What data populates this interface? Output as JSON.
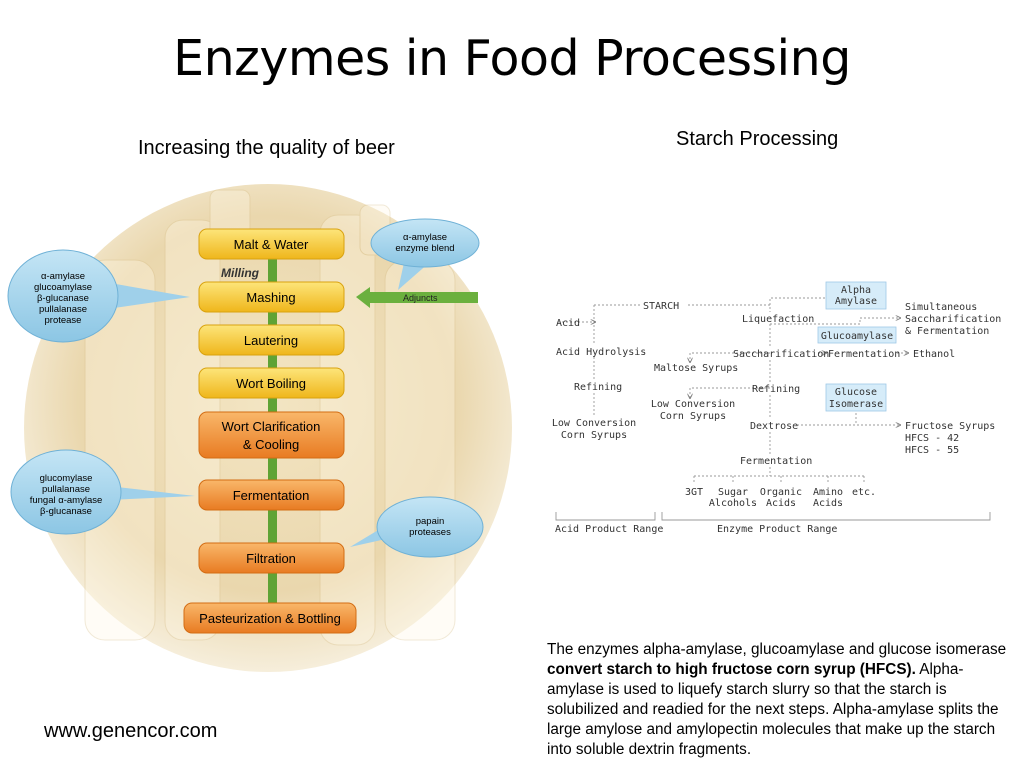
{
  "title": "Enzymes in Food Processing",
  "beer": {
    "caption": "Increasing the quality of beer",
    "steps": [
      "Malt & Water",
      "Mashing",
      "Lautering",
      "Wort Boiling",
      "Wort Clarification",
      "& Cooling",
      "Fermentation",
      "Filtration",
      "Pasteurization & Bottling"
    ],
    "milling": "Milling",
    "adjuncts": "Adjuncts",
    "bubble_mashing": [
      "α-amylase",
      "glucoamylase",
      "β-glucanase",
      "pullalanase",
      "protease"
    ],
    "bubble_alpha": [
      "α-amylase",
      "enzyme blend"
    ],
    "bubble_ferment": [
      "glucomylase",
      "pullalanase",
      "fungal α-amylase",
      "β-glucanase"
    ],
    "bubble_papain": [
      "papain",
      "proteases"
    ]
  },
  "starch": {
    "caption": "Starch Processing",
    "starch": "STARCH",
    "acid": "Acid",
    "acid_hydrolysis": "Acid Hydrolysis",
    "refining": "Refining",
    "low_conv": [
      "Low Conversion",
      "Corn Syrups"
    ],
    "liquefaction": "Liquefaction",
    "alpha_amylase": [
      "Alpha",
      "Amylase"
    ],
    "glucoamylase": "Glucoamylase",
    "simultaneous": [
      "Simultaneous",
      "Saccharification",
      "& Fermentation"
    ],
    "saccharification": "Saccharification",
    "fermentation": "Fermentation",
    "ethanol": "Ethanol",
    "maltose": "Maltose Syrups",
    "glucose_isomerase": [
      "Glucose",
      "Isomerase"
    ],
    "dextrose": "Dextrose",
    "fructose": [
      "Fructose Syrups",
      "HFCS - 42",
      "HFCS - 55"
    ],
    "products": [
      [
        "3GT"
      ],
      [
        "Sugar",
        "Alcohols"
      ],
      [
        "Organic",
        "Acids"
      ],
      [
        "Amino",
        "Acids"
      ],
      [
        "etc."
      ]
    ],
    "acid_range": "Acid Product Range",
    "enzyme_range": "Enzyme Product Range"
  },
  "description": {
    "pre": "The enzymes alpha-amylase, glucoamylase and glucose isomerase ",
    "bold": "convert starch to high fructose corn syrup (HFCS).",
    "post": " Alpha-amylase is used to liquefy starch slurry so that the starch is solubilized and readied for the next steps. Alpha-amylase splits the large amylose and amylopectin molecules that make up the starch into soluble dextrin fragments."
  },
  "website": "www.genencor.com",
  "colors": {
    "step_yellow": "#f6c52a",
    "step_orange": "#ef8a2c",
    "bubble_blue": "#9fd0ea",
    "flow_box": "#d6ecf9",
    "stem_green": "#5fa335"
  }
}
